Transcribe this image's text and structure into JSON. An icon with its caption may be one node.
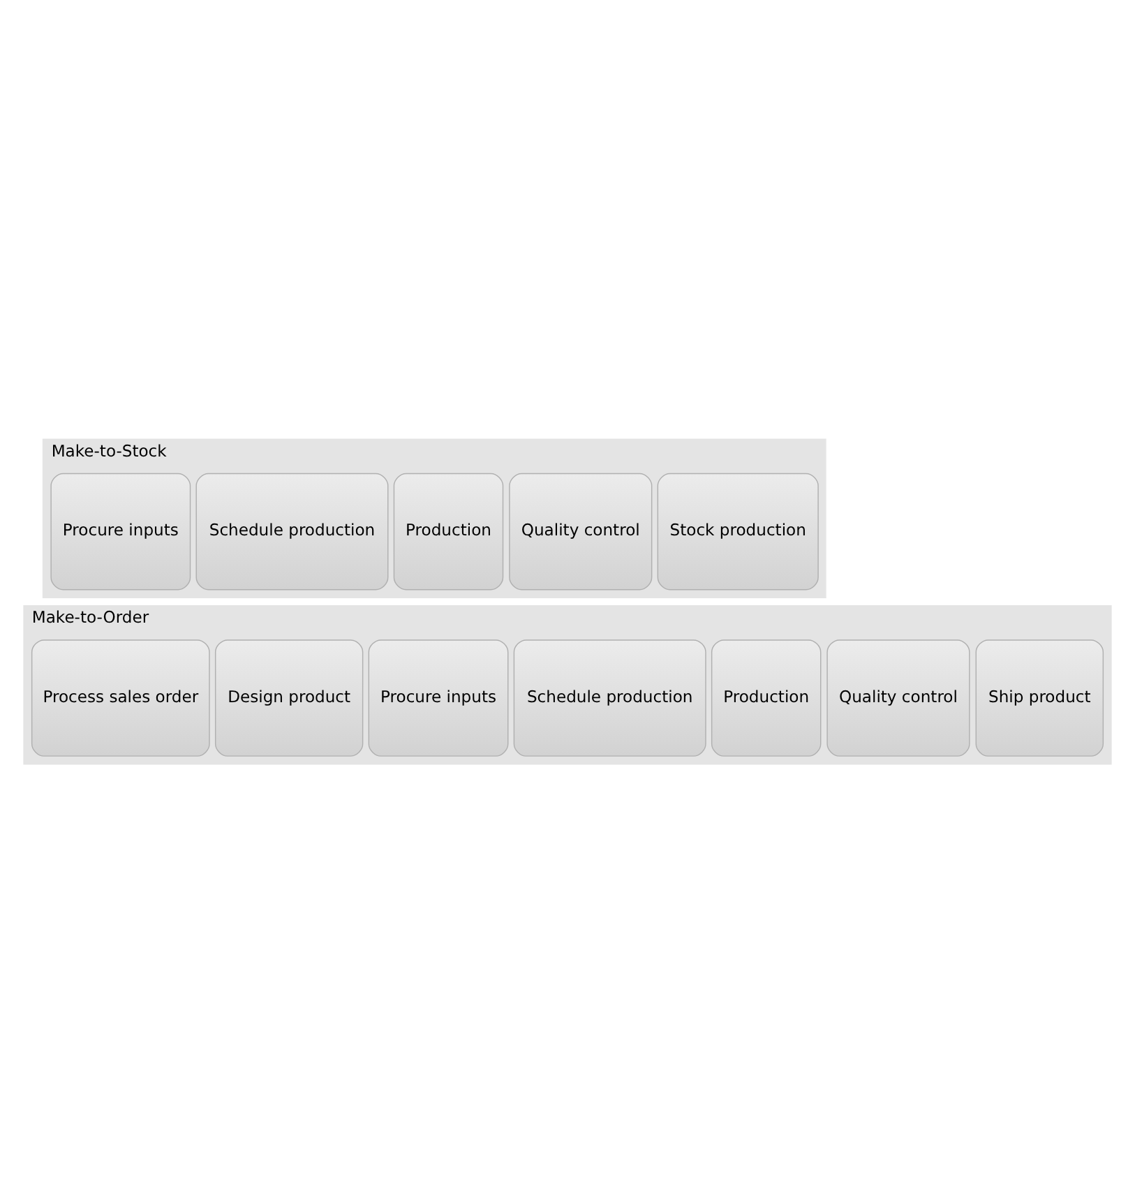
{
  "diagram": {
    "nodes": [
      {
        "text": [
          "Make-to-Stock"
        ]
      },
      {
        "text": [
          "Procure inputs"
        ],
        "in": 0
      },
      {
        "text": [
          "Schedule production"
        ],
        "in": 0
      },
      {
        "text": [
          "Production"
        ],
        "in": 0
      },
      {
        "text": [
          "Quality control"
        ],
        "in": 0
      },
      {
        "text": [
          "Stock production"
        ],
        "in": 0
      },
      {
        "text": [
          "Make-to-Order"
        ]
      },
      {
        "text": [
          "Process sales order"
        ],
        "in": 6
      },
      {
        "text": [
          "Design product"
        ],
        "in": 6
      },
      {
        "text": [
          "Procure inputs"
        ],
        "in": 6
      },
      {
        "text": [
          "Schedule production"
        ],
        "in": 6
      },
      {
        "text": [
          "Production"
        ],
        "in": 6
      },
      {
        "text": [
          "Quality control"
        ],
        "in": 6
      },
      {
        "text": [
          "Ship product"
        ],
        "in": 6
      }
    ],
    "edges": []
  }
}
